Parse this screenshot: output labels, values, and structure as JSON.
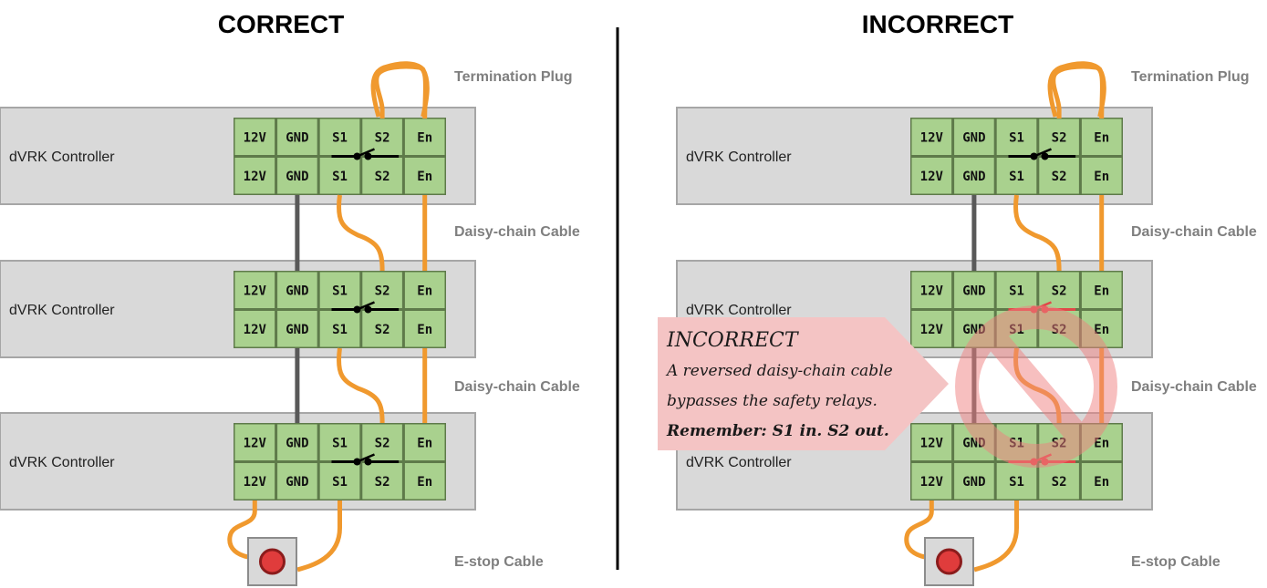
{
  "titles": {
    "left": "CORRECT",
    "right": "INCORRECT"
  },
  "labels": {
    "termination": "Termination Plug",
    "daisy1": "Daisy-chain Cable",
    "daisy2": "Daisy-chain Cable",
    "estop": "E-stop Cable"
  },
  "controller_label": "dVRK Controller",
  "pins": [
    "12V",
    "GND",
    "S1",
    "S2",
    "En"
  ],
  "note": {
    "heading": "INCORRECT",
    "line1": "A reversed daisy-chain cable",
    "line2": "bypasses the safety relays.",
    "line3": "Remember: S1 in. S2 out."
  },
  "colors": {
    "controller_fill": "#d9d9d9",
    "controller_stroke": "#a6a6a6",
    "connector_fill": "#a9d18e",
    "cable_orange": "#f0992e",
    "cable_gray": "#595959",
    "relay_error": "#e04848",
    "note_fill": "#f4c4c4",
    "estop_red": "#e03c3c"
  },
  "icons": {
    "relay": "relay-switch-icon",
    "estop": "estop-button-icon",
    "prohibit": "prohibited-icon"
  }
}
